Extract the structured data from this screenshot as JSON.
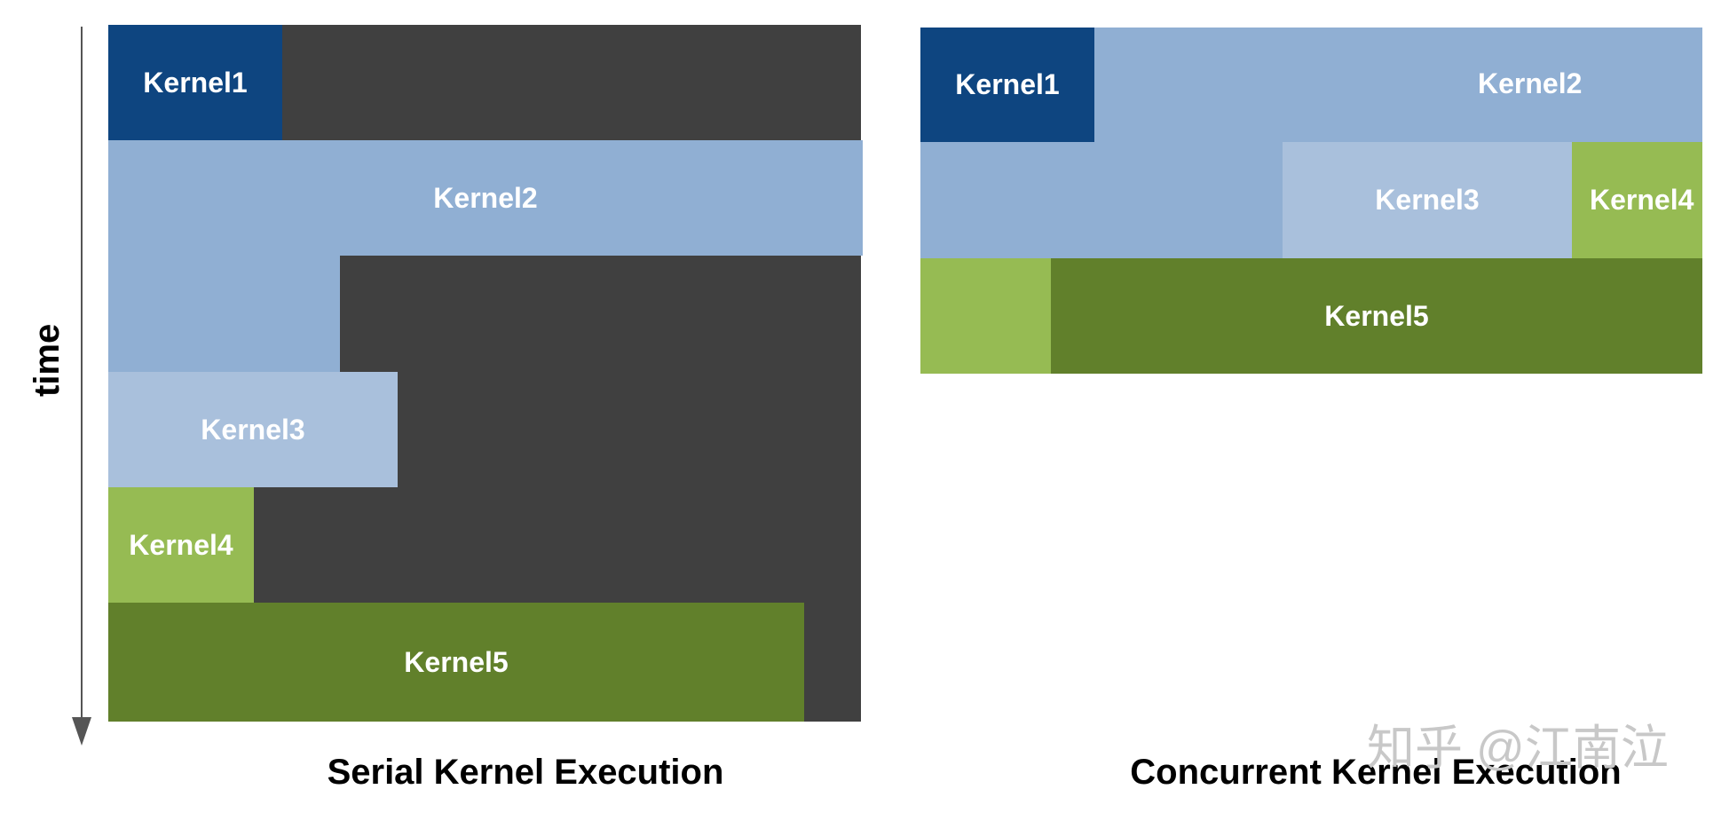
{
  "axis": {
    "label": "time"
  },
  "serial": {
    "caption": "Serial Kernel Execution",
    "kernels": {
      "k1": "Kernel1",
      "k2": "Kernel2",
      "k3": "Kernel3",
      "k4": "Kernel4",
      "k5": "Kernel5"
    }
  },
  "concurrent": {
    "caption": "Concurrent Kernel Execution",
    "kernels": {
      "k1": "Kernel1",
      "k2": "Kernel2",
      "k3": "Kernel3",
      "k4": "Kernel4",
      "k5": "Kernel5"
    }
  },
  "watermark": "知乎 @江南泣",
  "colors": {
    "idle": "#404040",
    "kernel1": "#0e4580",
    "kernel2": "#90afd3",
    "kernel3": "#a9c0dc",
    "kernel4": "#96bb53",
    "kernel5": "#61802b"
  }
}
